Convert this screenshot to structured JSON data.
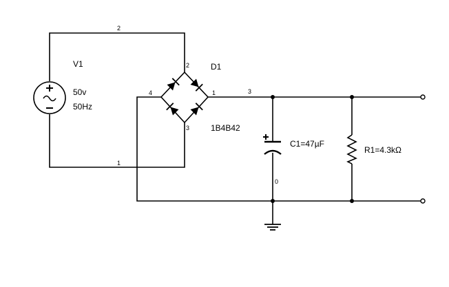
{
  "source": {
    "name": "V1",
    "amplitude": "50v",
    "frequency": "50Hz"
  },
  "bridge": {
    "name": "D1",
    "part": "1B4B42"
  },
  "capacitor": {
    "label": "C1=47µF"
  },
  "resistor": {
    "label": "R1=4.3kΩ"
  },
  "nodes": {
    "top": "2",
    "bridge_top": "2",
    "bridge_left": "4",
    "bridge_right": "1",
    "output": "3",
    "bridge_bottom": "3",
    "bottom": "1",
    "ground": "0"
  }
}
